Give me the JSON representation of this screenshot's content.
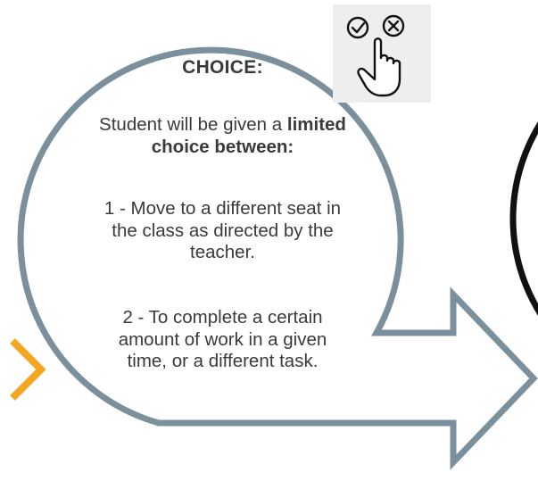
{
  "choice_card": {
    "title": "CHOICE:",
    "intro_prefix": "Student will be given a ",
    "intro_bold_1": "limited",
    "intro_bold_2": "choice between:",
    "option_1_line_1": "1 - Move to a different seat in",
    "option_1_line_2": "the class as directed by the",
    "option_1_line_3": "teacher.",
    "option_2_line_1": "2 - To complete a certain",
    "option_2_line_2": "amount of work in a given",
    "option_2_line_3": "time, or a different task."
  },
  "icon": {
    "name": "hand-tap-check-cross-icon"
  },
  "colors": {
    "arrow_outline": "#7b909c",
    "next_circle_outline": "#111111",
    "prev_chevron": "#f5a623",
    "icon_background": "#eeeeee",
    "text": "#3a3a3a"
  }
}
